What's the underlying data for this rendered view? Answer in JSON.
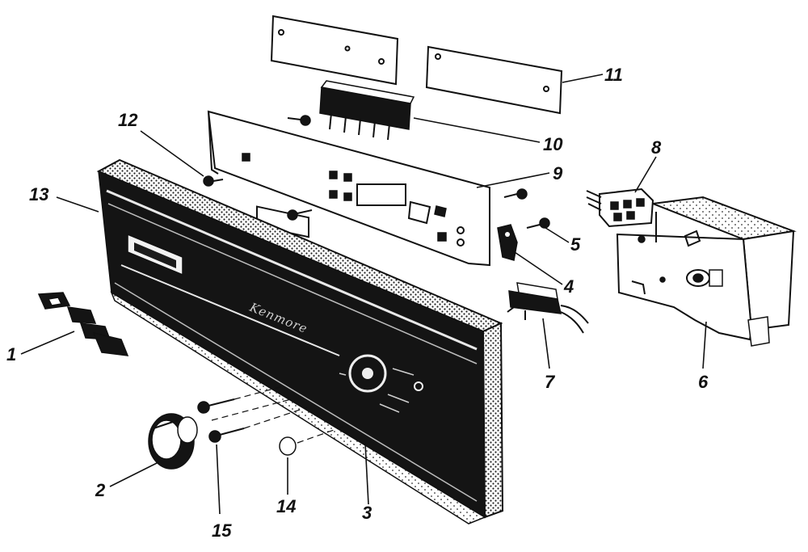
{
  "brand_text": "Kenmore",
  "callouts": [
    {
      "id": "1",
      "label": "1"
    },
    {
      "id": "2",
      "label": "2"
    },
    {
      "id": "3",
      "label": "3"
    },
    {
      "id": "4",
      "label": "4"
    },
    {
      "id": "5",
      "label": "5"
    },
    {
      "id": "6",
      "label": "6"
    },
    {
      "id": "7",
      "label": "7"
    },
    {
      "id": "8",
      "label": "8"
    },
    {
      "id": "9",
      "label": "9"
    },
    {
      "id": "10",
      "label": "10"
    },
    {
      "id": "11",
      "label": "11"
    },
    {
      "id": "12",
      "label": "12"
    },
    {
      "id": "13",
      "label": "13"
    },
    {
      "id": "14",
      "label": "14"
    },
    {
      "id": "15",
      "label": "15"
    }
  ]
}
